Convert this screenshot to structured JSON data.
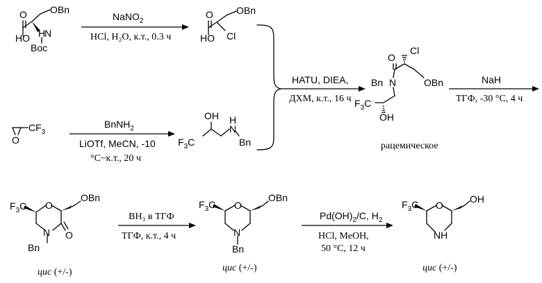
{
  "atoms": {
    "obn": "OBn",
    "o": "O",
    "oh": "OH",
    "ho": "HO",
    "h": "H",
    "n": "N",
    "nh": "NH",
    "boc": "Boc",
    "cl": "Cl",
    "cf3": "CF",
    "cf3_sub": "3",
    "f3c": "F",
    "f3c_sub": "3",
    "f3c_c": "C",
    "bn": "Bn",
    "bn_nh": "BnNH",
    "bn_nh_sub": "2"
  },
  "reagents": {
    "r1_top": "NaNO",
    "r1_top_sub": "2",
    "r1_bottom": "HCl, H₂O, к.т., 0.3 ч",
    "r2_top": "BnNH",
    "r2_top_sub": "2",
    "r2_bottom1": "LiOTf, MeCN, -10",
    "r2_bottom2": "°C~к.т., 20 ч",
    "r3_top": "HATU, DIEA,",
    "r3_bottom": "ДХМ, к.т., 16 ч",
    "r4_top": "NaH",
    "r4_bottom": "ТГФ, -30 °C, 4 ч",
    "r5_top": "BH₃ в ТГФ",
    "r5_bottom": "ТГФ, к.т., 4 ч",
    "r6_top": "Pd(OH)",
    "r6_top_sub": "2",
    "r6_top_end": "/C, H",
    "r6_top_sub2": "2",
    "r6_bottom1": "HCl, MeOH,",
    "r6_bottom2": "50 °C, 12 ч"
  },
  "labels": {
    "racemic": "рацемическое",
    "cis1_word": "цис",
    "cis1_rest": " (+/-)",
    "cis2_word": "цис",
    "cis2_rest": " (+/-)",
    "cis3_word": "цис",
    "cis3_rest": " (+/-)"
  }
}
